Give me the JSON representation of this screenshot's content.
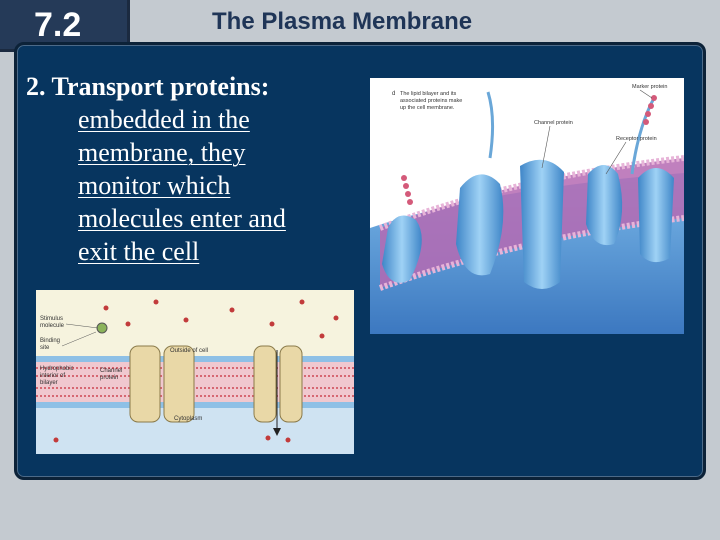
{
  "section_number": "7.2",
  "title": "The Plasma Membrane",
  "point": {
    "heading": "2.  Transport proteins:",
    "lines": [
      "embedded in the",
      "membrane, they",
      "monitor which",
      "molecules enter and",
      "exit the cell"
    ]
  },
  "figure_membrane": {
    "caption_letter": "d",
    "caption_lines": [
      "The lipid bilayer and its",
      "associated proteins make",
      "up the cell membrane."
    ],
    "label_marker": "Marker protein",
    "label_channel": "Channel protein",
    "label_receptor": "Receptor protein"
  },
  "figure_channel": {
    "label_stimulus": [
      "Stimulus",
      "molecule"
    ],
    "label_binding": [
      "Binding",
      "site"
    ],
    "label_outside": "Outside of cell",
    "label_hydrophobic": [
      "Hydrophobic",
      "interior of",
      "bilayer"
    ],
    "label_channel": [
      "Channel",
      "protein"
    ],
    "label_cytoplasm": "Cytoplasm"
  }
}
